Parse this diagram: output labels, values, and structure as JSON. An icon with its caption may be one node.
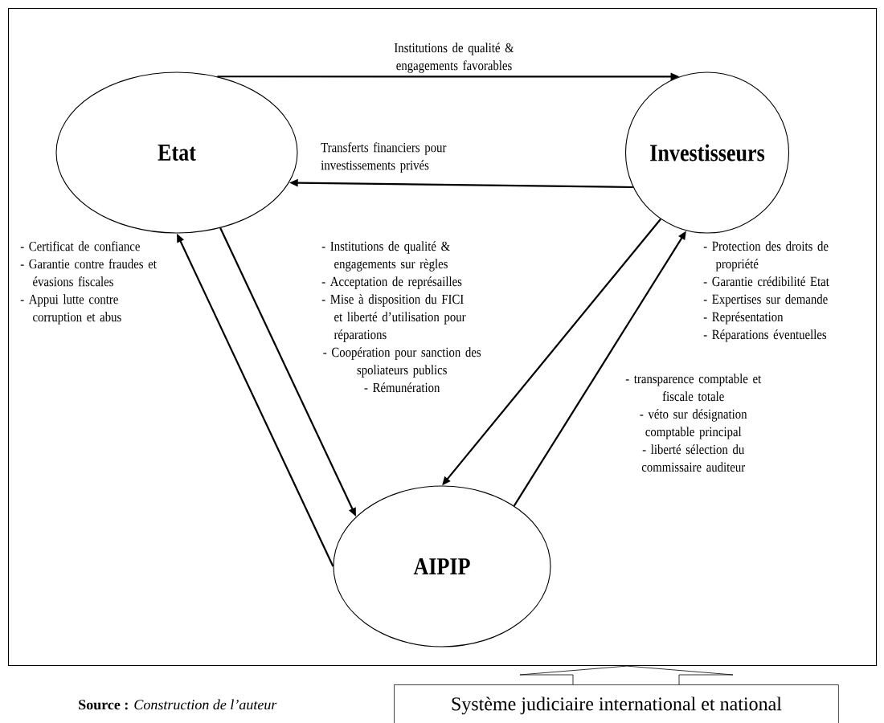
{
  "diagram": {
    "nodes": [
      {
        "text": [],
        "shape": "box"
      },
      {
        "text": [
          "Etat"
        ],
        "in": 0
      },
      {
        "text": [
          "Investisseurs"
        ],
        "in": 0
      },
      {
        "text": [
          "AIPIP"
        ],
        "in": 0
      },
      {
        "text": [
          "Système judiciaire international et national"
        ]
      }
    ],
    "edges": [
      {
        "from": 1,
        "to": 2,
        "arrow": "to",
        "label": "Institutions de qualité & engagements favorables"
      },
      {
        "from": 2,
        "to": 1,
        "arrow": "to",
        "label": "Transferts financiers pour investissements privés"
      },
      {
        "from": 1,
        "to": 3,
        "arrow": "to"
      },
      {
        "from": 3,
        "to": 1,
        "arrow": "to"
      },
      {
        "from": 2,
        "to": 3,
        "arrow": "to"
      },
      {
        "from": 3,
        "to": 2,
        "arrow": "to"
      },
      {
        "from": 4,
        "to": 0,
        "arrow": "to"
      }
    ],
    "labels": [
      "- Certificat de confiance",
      "- Garantie contre fraudes et évasions fiscales",
      "- Appui lutte contre corruption et abus",
      "- Institutions de qualité & engagements sur règles",
      "- Acceptation de représailles",
      "- Mise à disposition du FICI et liberté d’utilisation pour réparations",
      "- Coopération pour sanction des spoliateurs publics",
      "- Rémunération",
      "- transparence comptable et fiscale totale",
      "- véto sur désignation comptable principal",
      "- liberté sélection du commissaire auditeur",
      "- Protection des droits de propriété",
      "- Garantie crédibilité Etat",
      "- Expertises sur demande",
      "- Représentation",
      "- Réparations éventuelles",
      "**Source :** *Construction de l’auteur*"
    ]
  }
}
